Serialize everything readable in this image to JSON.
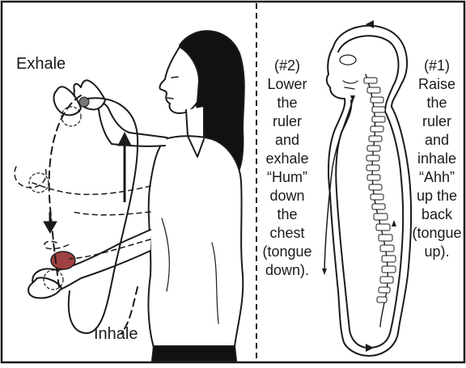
{
  "left_panel": {
    "exhale_label": "Exhale",
    "inhale_label": "Inhale"
  },
  "middle_text": [
    "(#2)",
    "Lower",
    "the",
    "ruler",
    "and",
    "exhale",
    "“Hum”",
    "down",
    "the",
    "chest",
    "(tongue",
    "down)."
  ],
  "right_text": [
    "(#1)",
    "Raise",
    "the",
    "ruler",
    "and",
    "inhale",
    "“Ahh”",
    "up the",
    "back",
    "(tongue",
    "up)."
  ],
  "colors": {
    "ink": "#1a1a1a",
    "hair": "#111111",
    "tongue": "#cc4444"
  }
}
